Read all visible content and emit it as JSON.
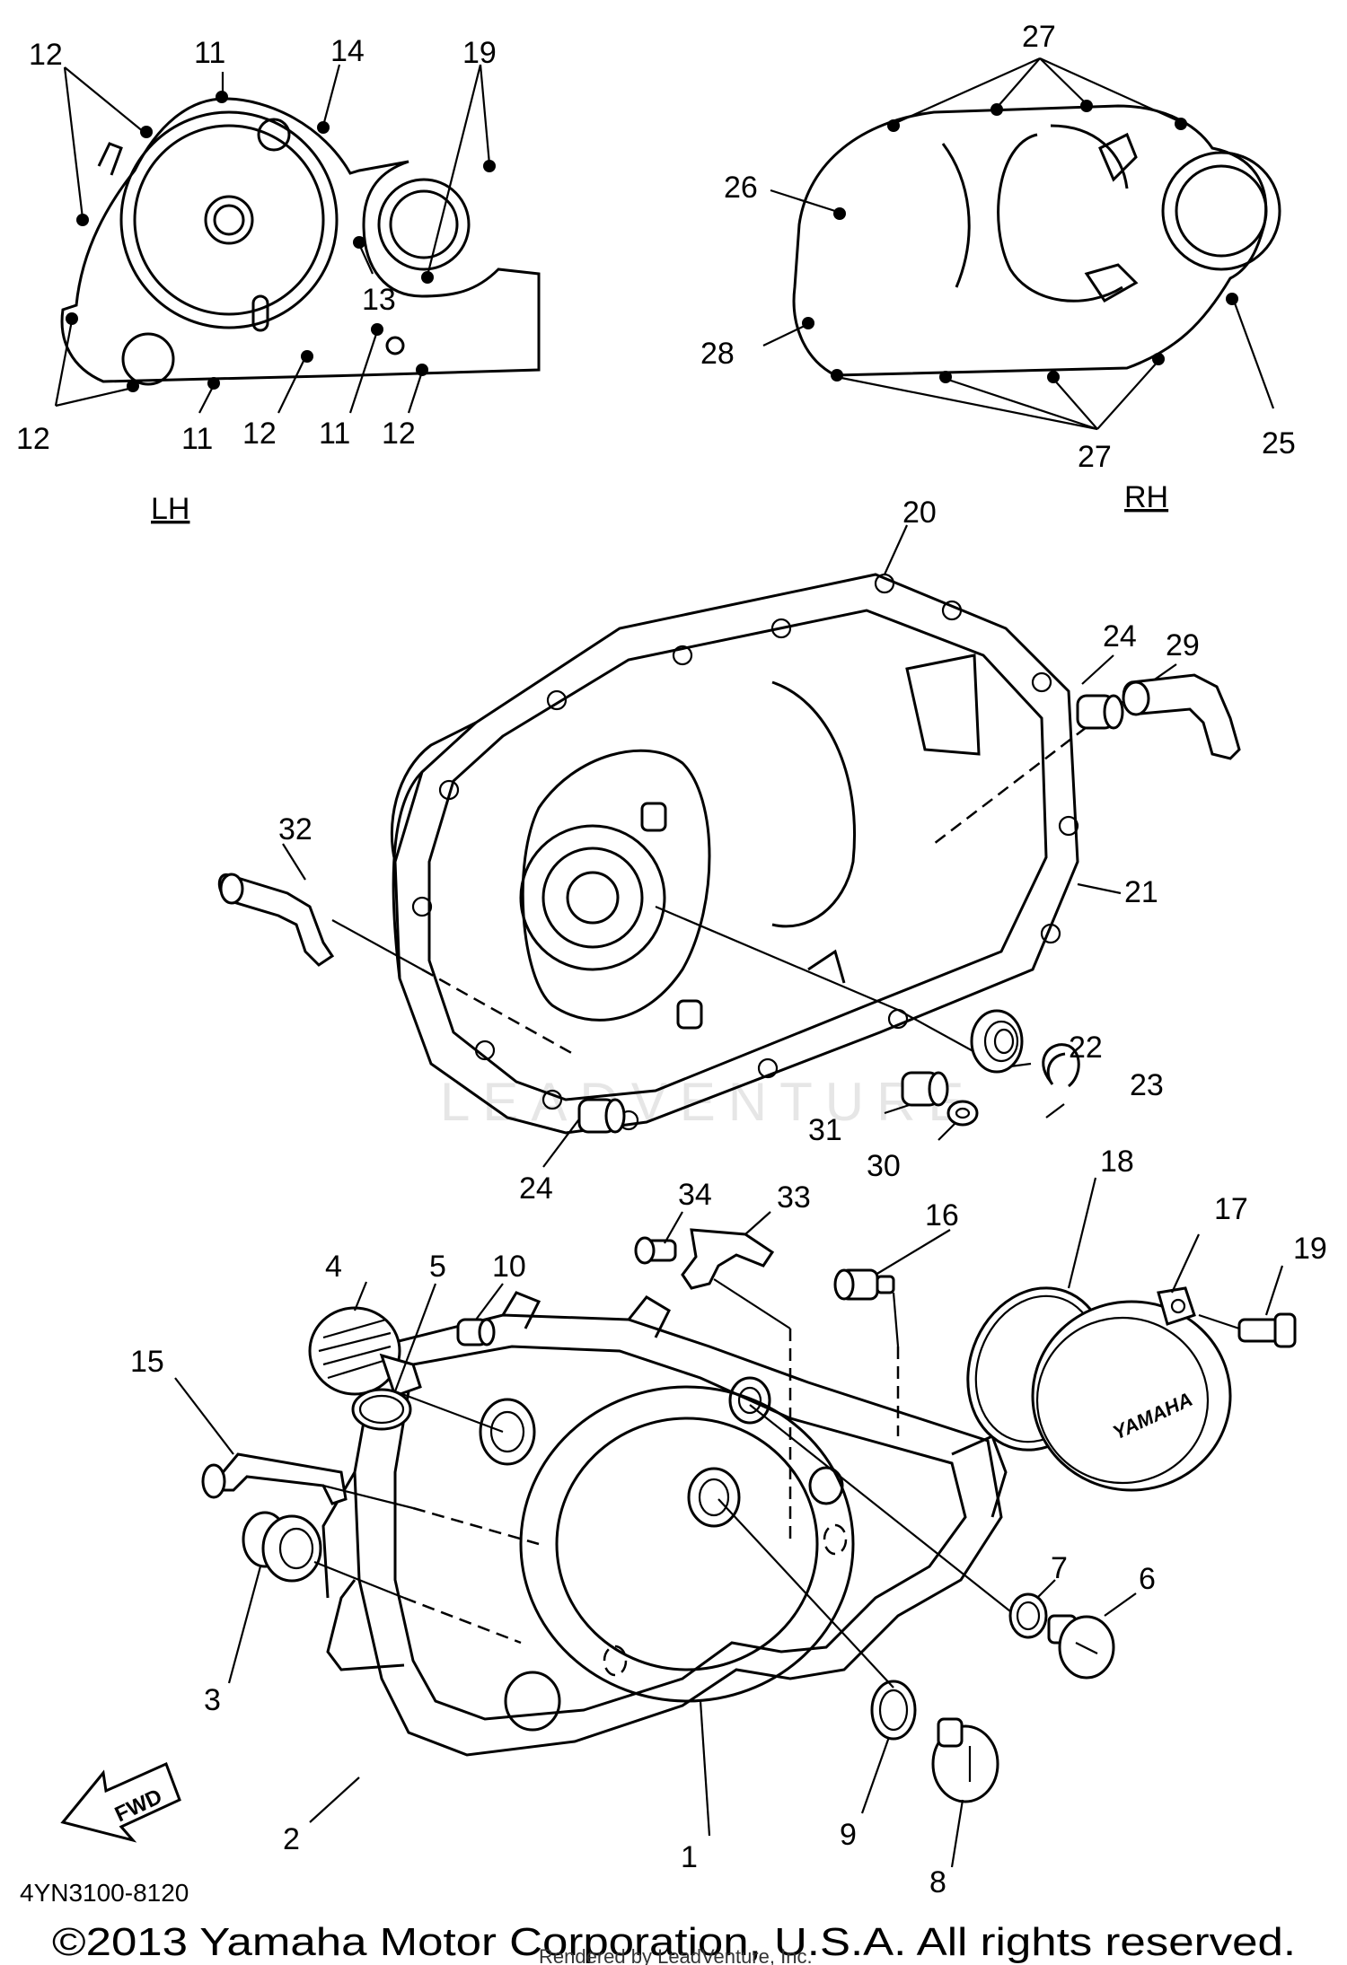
{
  "sections": {
    "lh": "LH",
    "rh": "RH"
  },
  "callouts": {
    "c1": "1",
    "c2": "2",
    "c3": "3",
    "c4": "4",
    "c5": "5",
    "c6": "6",
    "c7": "7",
    "c8": "8",
    "c9": "9",
    "c10": "10",
    "c11a": "11",
    "c11b": "11",
    "c11c": "11",
    "c12a": "12",
    "c12b": "12",
    "c12c": "12",
    "c12d": "12",
    "c13": "13",
    "c14": "14",
    "c15": "15",
    "c16": "16",
    "c17": "17",
    "c18": "18",
    "c19a": "19",
    "c19b": "19",
    "c20": "20",
    "c21": "21",
    "c22": "22",
    "c23": "23",
    "c24a": "24",
    "c24b": "24",
    "c25": "25",
    "c26": "26",
    "c27a": "27",
    "c27b": "27",
    "c28": "28",
    "c29": "29",
    "c30": "30",
    "c31": "31",
    "c32": "32",
    "c33": "33",
    "c34": "34"
  },
  "labels": {
    "fwd": "FWD",
    "yamaha_logo": "YAMAHA",
    "diagram_code": "4YN3100-8120",
    "copyright": "©2013 Yamaha Motor Corporation, U.S.A. All rights reserved.",
    "rendered_by": "Rendered by LeadVenture, Inc.",
    "watermark": "LEADVENTURE"
  }
}
